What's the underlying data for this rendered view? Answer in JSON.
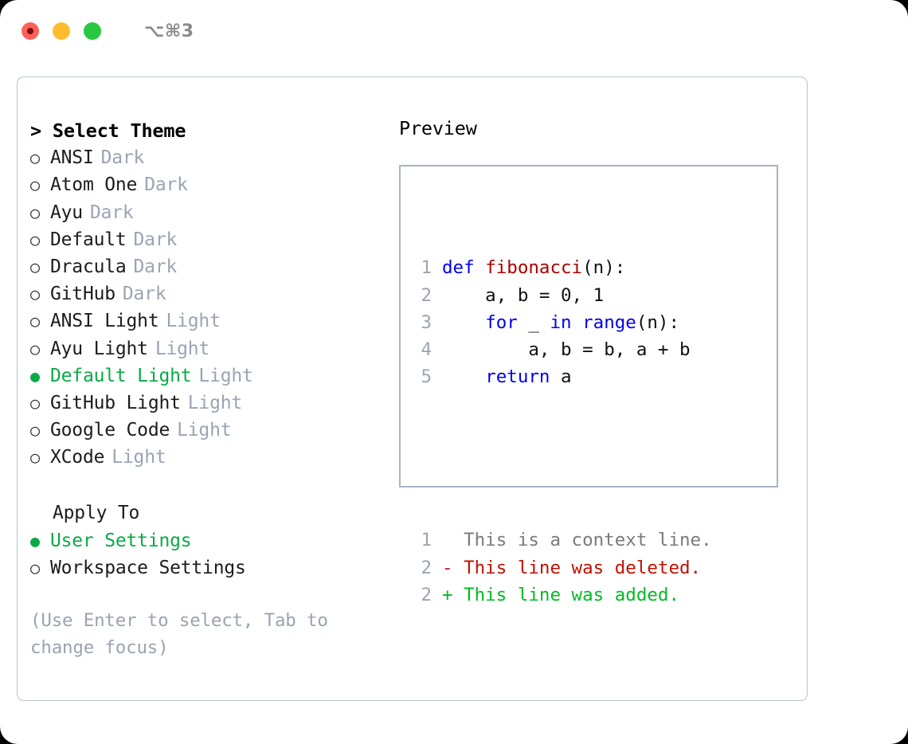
{
  "titlebar": {
    "shortcut": "⌥⌘3",
    "lights": [
      {
        "name": "close",
        "color": "#ff6159"
      },
      {
        "name": "minimize",
        "color": "#ffbd2e"
      },
      {
        "name": "maximize",
        "color": "#28c840"
      }
    ]
  },
  "theme_list": {
    "header": "> Select Theme",
    "items": [
      {
        "label": "ANSI",
        "badge": "Dark",
        "selected": false,
        "bullet": "○"
      },
      {
        "label": "Atom One",
        "badge": "Dark",
        "selected": false,
        "bullet": "○"
      },
      {
        "label": "Ayu",
        "badge": "Dark",
        "selected": false,
        "bullet": "○"
      },
      {
        "label": "Default",
        "badge": "Dark",
        "selected": false,
        "bullet": "○"
      },
      {
        "label": "Dracula",
        "badge": "Dark",
        "selected": false,
        "bullet": "○"
      },
      {
        "label": "GitHub",
        "badge": "Dark",
        "selected": false,
        "bullet": "○"
      },
      {
        "label": "ANSI Light",
        "badge": "Light",
        "selected": false,
        "bullet": "○"
      },
      {
        "label": "Ayu Light",
        "badge": "Light",
        "selected": false,
        "bullet": "○"
      },
      {
        "label": "Default Light",
        "badge": "Light",
        "selected": true,
        "bullet": "●"
      },
      {
        "label": "GitHub Light",
        "badge": "Light",
        "selected": false,
        "bullet": "○"
      },
      {
        "label": "Google Code",
        "badge": "Light",
        "selected": false,
        "bullet": "○"
      },
      {
        "label": "XCode",
        "badge": "Light",
        "selected": false,
        "bullet": "○"
      }
    ]
  },
  "apply_to": {
    "header": "Apply To",
    "items": [
      {
        "label": "User Settings",
        "selected": true,
        "bullet": "●"
      },
      {
        "label": "Workspace Settings",
        "selected": false,
        "bullet": "○"
      }
    ]
  },
  "hint": "(Use Enter to select, Tab to change focus)",
  "preview": {
    "title": "Preview",
    "code_lines": [
      {
        "num": "1",
        "tokens": [
          {
            "t": "def ",
            "k": "kw"
          },
          {
            "t": "fibonacci",
            "k": "fn"
          },
          {
            "t": "(n):",
            "k": "plain"
          }
        ]
      },
      {
        "num": "2",
        "tokens": [
          {
            "t": "    a, b = 0, 1",
            "k": "plain"
          }
        ]
      },
      {
        "num": "3",
        "tokens": [
          {
            "t": "    ",
            "k": "plain"
          },
          {
            "t": "for",
            "k": "kw"
          },
          {
            "t": " _ ",
            "k": "plain"
          },
          {
            "t": "in",
            "k": "kw"
          },
          {
            "t": " ",
            "k": "plain"
          },
          {
            "t": "range",
            "k": "call"
          },
          {
            "t": "(n):",
            "k": "plain"
          }
        ]
      },
      {
        "num": "4",
        "tokens": [
          {
            "t": "        a, b = b, a + b",
            "k": "plain"
          }
        ]
      },
      {
        "num": "5",
        "tokens": [
          {
            "t": "    ",
            "k": "plain"
          },
          {
            "t": "return",
            "k": "kw"
          },
          {
            "t": " a",
            "k": "plain"
          }
        ]
      }
    ],
    "diff_lines": [
      {
        "num": "1",
        "marker": " ",
        "text": " This is a context line.",
        "kind": "context"
      },
      {
        "num": "2",
        "marker": "-",
        "text": " This line was deleted.",
        "kind": "deleted"
      },
      {
        "num": "2",
        "marker": "+",
        "text": " This line was added.",
        "kind": "added"
      }
    ]
  },
  "colors": {
    "accent_green": "#0aaa44",
    "badge_gray": "#9aa4b4",
    "hint_gray": "#9aa3b0",
    "line_number_gray": "#9aa5b1",
    "keyword_blue": "#0000ee",
    "function_red": "#aa0000",
    "diff_deleted": "#c11000",
    "diff_added": "#00bb22",
    "diff_context": "#7a7a7a",
    "panel_border": "#b9c2ce",
    "preview_border": "#a9b4c4"
  }
}
